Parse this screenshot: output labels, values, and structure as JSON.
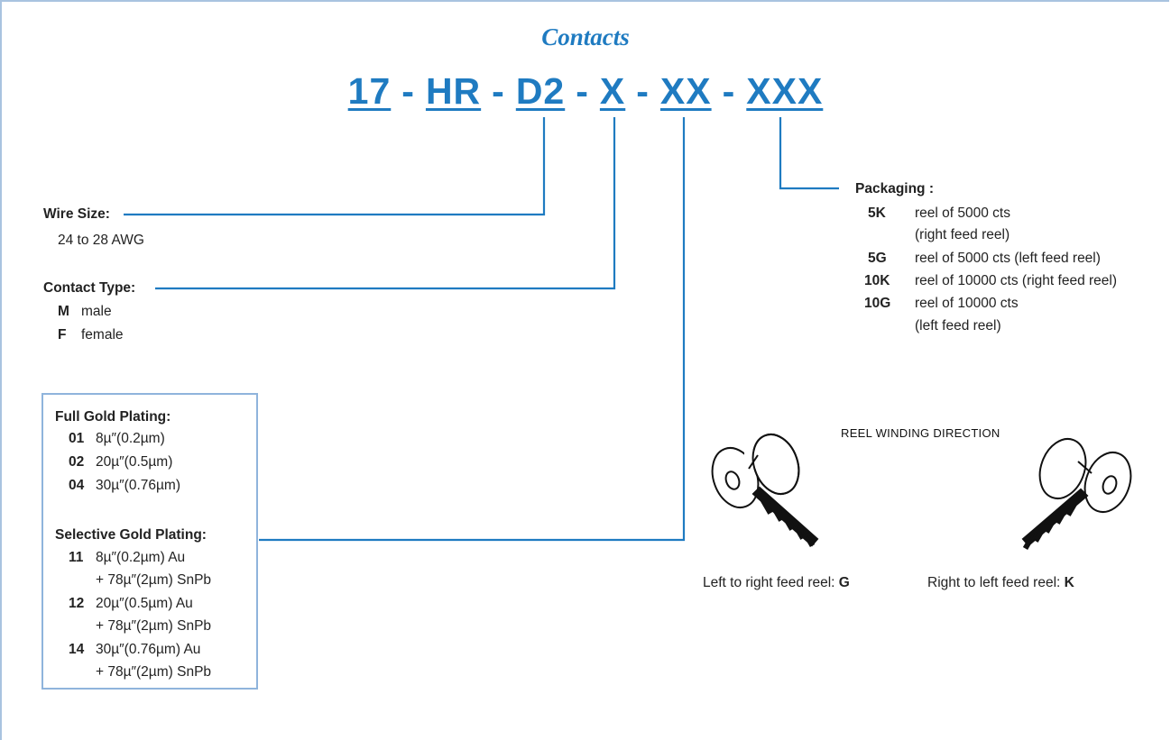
{
  "title": "Contacts",
  "part_number": {
    "segments": [
      "17",
      "HR",
      "D2",
      "X",
      "XX",
      "XXX"
    ],
    "separator": "-"
  },
  "wire_size": {
    "heading": "Wire Size:",
    "value": "24 to 28 AWG"
  },
  "contact_type": {
    "heading": "Contact Type:",
    "options": [
      {
        "code": "M",
        "desc": "male"
      },
      {
        "code": "F",
        "desc": "female"
      }
    ]
  },
  "plating": {
    "full_heading": "Full Gold Plating:",
    "full_options": [
      {
        "code": "01",
        "desc": "8µ″(0.2µm)"
      },
      {
        "code": "02",
        "desc": "20µ″(0.5µm)"
      },
      {
        "code": "04",
        "desc": "30µ″(0.76µm)"
      }
    ],
    "selective_heading": "Selective Gold Plating:",
    "selective_options": [
      {
        "code": "11",
        "line1": "8µ″(0.2µm) Au",
        "line2": "+ 78µ″(2µm) SnPb"
      },
      {
        "code": "12",
        "line1": "20µ″(0.5µm) Au",
        "line2": "+ 78µ″(2µm) SnPb"
      },
      {
        "code": "14",
        "line1": "30µ″(0.76µm) Au",
        "line2": "+ 78µ″(2µm) SnPb"
      }
    ]
  },
  "packaging": {
    "heading": "Packaging :",
    "options": [
      {
        "code": "5K",
        "line1": "reel of 5000 cts",
        "line2": "(right feed reel)"
      },
      {
        "code": "5G",
        "line1": "reel of 5000 cts (left feed reel)",
        "line2": ""
      },
      {
        "code": "10K",
        "line1": "reel of 10000 cts (right feed reel)",
        "line2": ""
      },
      {
        "code": "10G",
        "line1": "reel of 10000 cts",
        "line2": "(left feed reel)"
      }
    ]
  },
  "reel": {
    "title": "REEL WINDING DIRECTION",
    "left_caption": "Left to right feed reel:",
    "left_code": "G",
    "right_caption": "Right to left feed reel:",
    "right_code": "K"
  },
  "colors": {
    "accent": "#1f7bc1",
    "frame": "#a9c3e0",
    "box_border": "#8fb4dc"
  }
}
